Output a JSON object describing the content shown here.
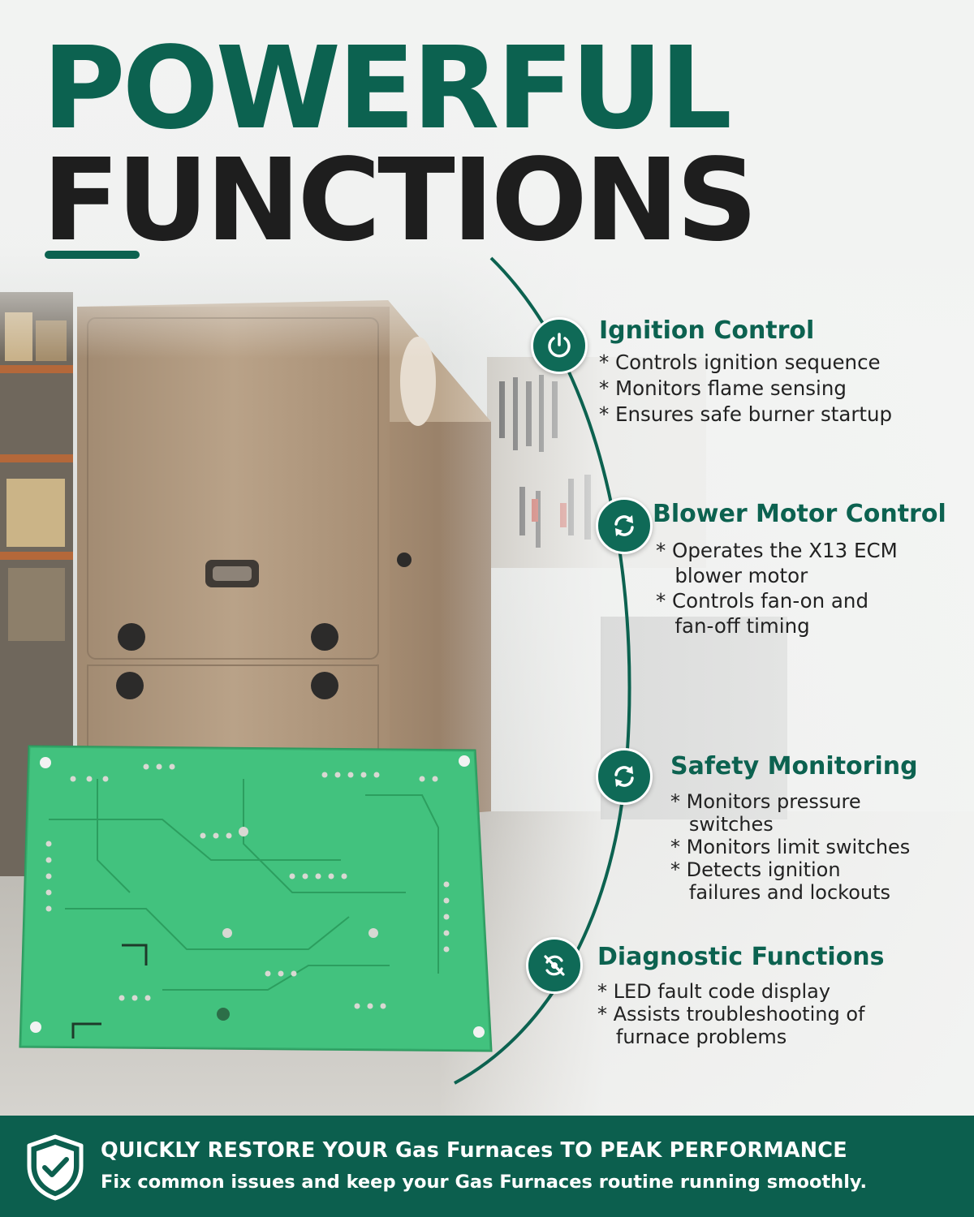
{
  "hero": {
    "title_line_1": "POWERFUL",
    "title_line_2": "FUNCTIONS"
  },
  "features": [
    {
      "title": "Ignition Control",
      "icon": "power-icon",
      "bullets": [
        "* Controls ignition sequence",
        "* Monitors flame sensing",
        "* Ensures safe burner startup"
      ]
    },
    {
      "title": "Blower Motor Control",
      "icon": "refresh-icon",
      "bullets": [
        "* Operates the X13 ECM",
        "   blower motor",
        "* Controls fan-on and",
        "   fan-off timing"
      ]
    },
    {
      "title": "Safety Monitoring",
      "icon": "refresh-icon",
      "bullets": [
        "* Monitors pressure",
        "   switches",
        "* Monitors limit switches",
        "* Detects ignition",
        "   failures and lockouts"
      ]
    },
    {
      "title": "Diagnostic Functions",
      "icon": "diagnostic-icon",
      "bullets": [
        "* LED fault code display",
        "* Assists troubleshooting of",
        "   furnace problems"
      ]
    }
  ],
  "banner": {
    "icon": "shield-check-icon",
    "headline": "QUICKLY RESTORE YOUR Gas Furnaces TO PEAK PERFORMANCE",
    "subline": "Fix common issues and keep your Gas Furnaces routine running smoothly."
  },
  "colors": {
    "brand_green": "#0c6250",
    "banner_green": "#0c5f4e",
    "title_dark": "#1e1e1e",
    "board_green": "#3fbf7a",
    "furnace_tan": "#b49c82"
  }
}
